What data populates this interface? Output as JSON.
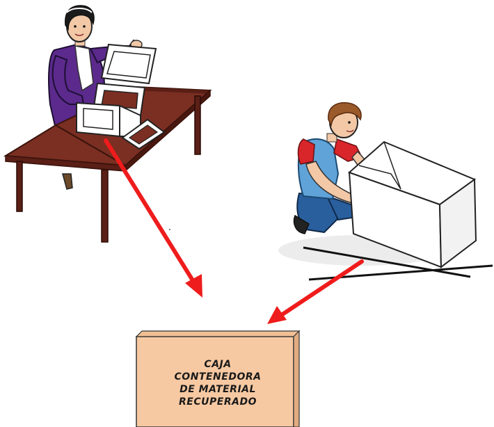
{
  "container_box": {
    "label_lines": [
      "CAJA",
      "CONTENEDORA",
      "DE MATERIAL",
      "RECUPERADO"
    ]
  },
  "colors": {
    "arrow": "#ee1c1c",
    "table_top": "#7a2f22",
    "table_legs": "#5a1f16",
    "box_fill": "#f7c9a2",
    "woman_jacket": "#5b2a8c",
    "man_shirt_sleeves": "#d9262b",
    "man_shirt_body": "#5fa3d8",
    "man_pants": "#2a5f9e",
    "skin": "#f2c8a6",
    "hair_woman": "#1b1b1b",
    "hair_man": "#9a5a2a"
  },
  "figures": [
    {
      "name": "woman-assembling-cardboard",
      "icon": "woman-at-table"
    },
    {
      "name": "man-crouching-with-box",
      "icon": "man-lifting-box"
    }
  ]
}
